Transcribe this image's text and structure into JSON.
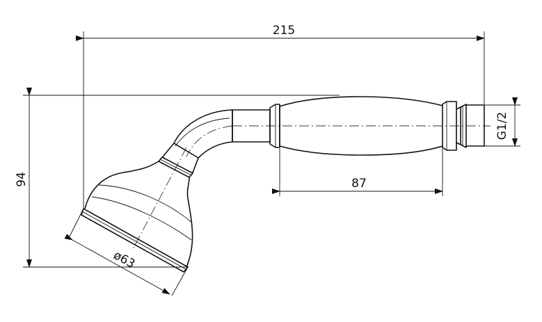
{
  "dimensions": {
    "overall_length": "215",
    "overall_height": "94",
    "handle_length": "87",
    "head_diameter": "ø63",
    "thread_size": "G1/2"
  }
}
